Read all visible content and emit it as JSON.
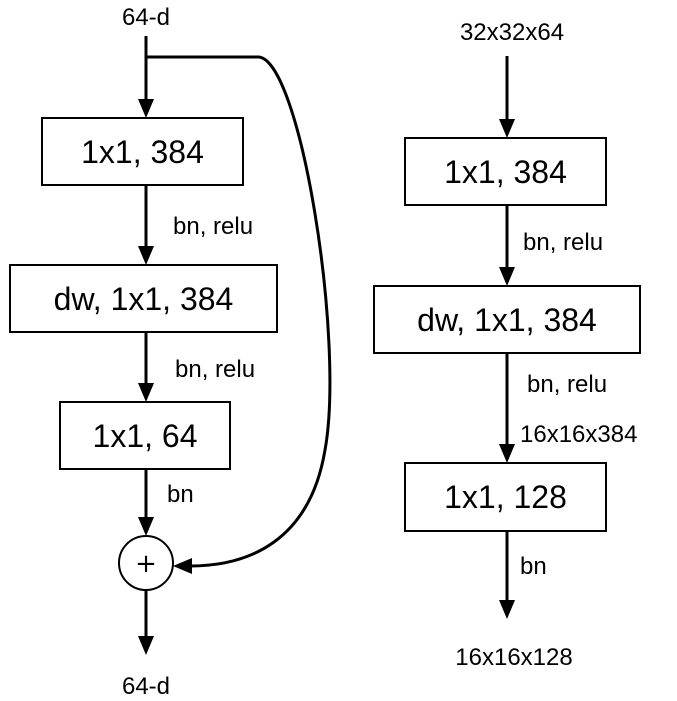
{
  "left_block": {
    "input_label": "64-d",
    "output_label": "64-d",
    "layers": [
      {
        "text": "1x1, 384"
      },
      {
        "text": "dw, 1x1, 384"
      },
      {
        "text": "1x1, 64"
      }
    ],
    "edge_labels": [
      "bn, relu",
      "bn, relu",
      "bn"
    ],
    "add_symbol": "+"
  },
  "right_block": {
    "input_label": "32x32x64",
    "output_label": "16x16x128",
    "layers": [
      {
        "text": "1x1, 384"
      },
      {
        "text": "dw, 1x1, 384"
      },
      {
        "text": "1x1, 128"
      }
    ],
    "edge_labels": [
      "bn, relu",
      "bn, relu",
      "bn"
    ],
    "shape_label": "16x16x384"
  }
}
